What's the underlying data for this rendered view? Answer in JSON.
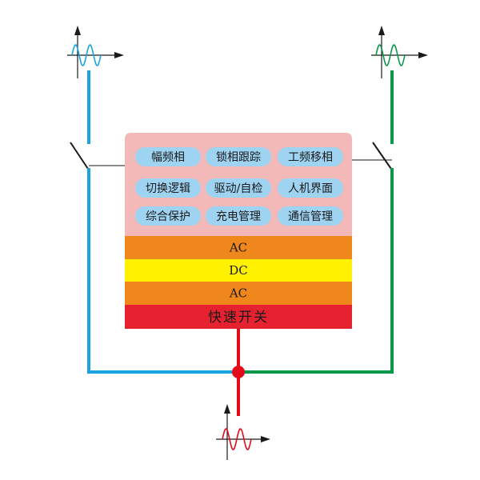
{
  "functions": [
    "幅频相",
    "锁相跟踪",
    "工频移相",
    "切换逻辑",
    "驱动/自检",
    "人机界面",
    "综合保护",
    "充电管理",
    "通信管理"
  ],
  "bands": [
    {
      "label": "AC",
      "color": "#f0871c"
    },
    {
      "label": "DC",
      "color": "#fff100"
    },
    {
      "label": "AC",
      "color": "#f0871c"
    }
  ],
  "switch_label": "快速开关",
  "colors": {
    "panel": "#f2b9b8",
    "pill": "#9fd3f2",
    "switch_band": "#e62230",
    "source_a": "#1aa3e0",
    "source_b": "#08984a",
    "output": "#e30b18",
    "axis": "#1a1a1a",
    "breaker": "#1a1a1a"
  },
  "icons": {
    "source_a": "sine-wave-icon",
    "source_b": "sine-wave-icon",
    "output": "sine-wave-icon"
  }
}
